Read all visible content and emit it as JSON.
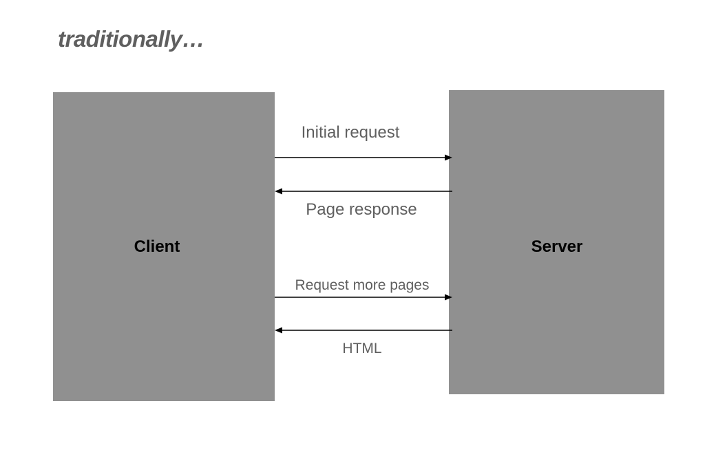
{
  "title": "traditionally…",
  "client": {
    "label": "Client"
  },
  "server": {
    "label": "Server"
  },
  "messages": [
    {
      "label": "Initial request",
      "direction": "client-to-server"
    },
    {
      "label": "Page response",
      "direction": "server-to-client"
    },
    {
      "label": "Request more pages",
      "direction": "client-to-server"
    },
    {
      "label": "HTML",
      "direction": "server-to-client"
    }
  ],
  "colors": {
    "box": "#909090",
    "title": "#5f5f5f",
    "label": "#5f5f5f",
    "arrow": "#000000"
  }
}
